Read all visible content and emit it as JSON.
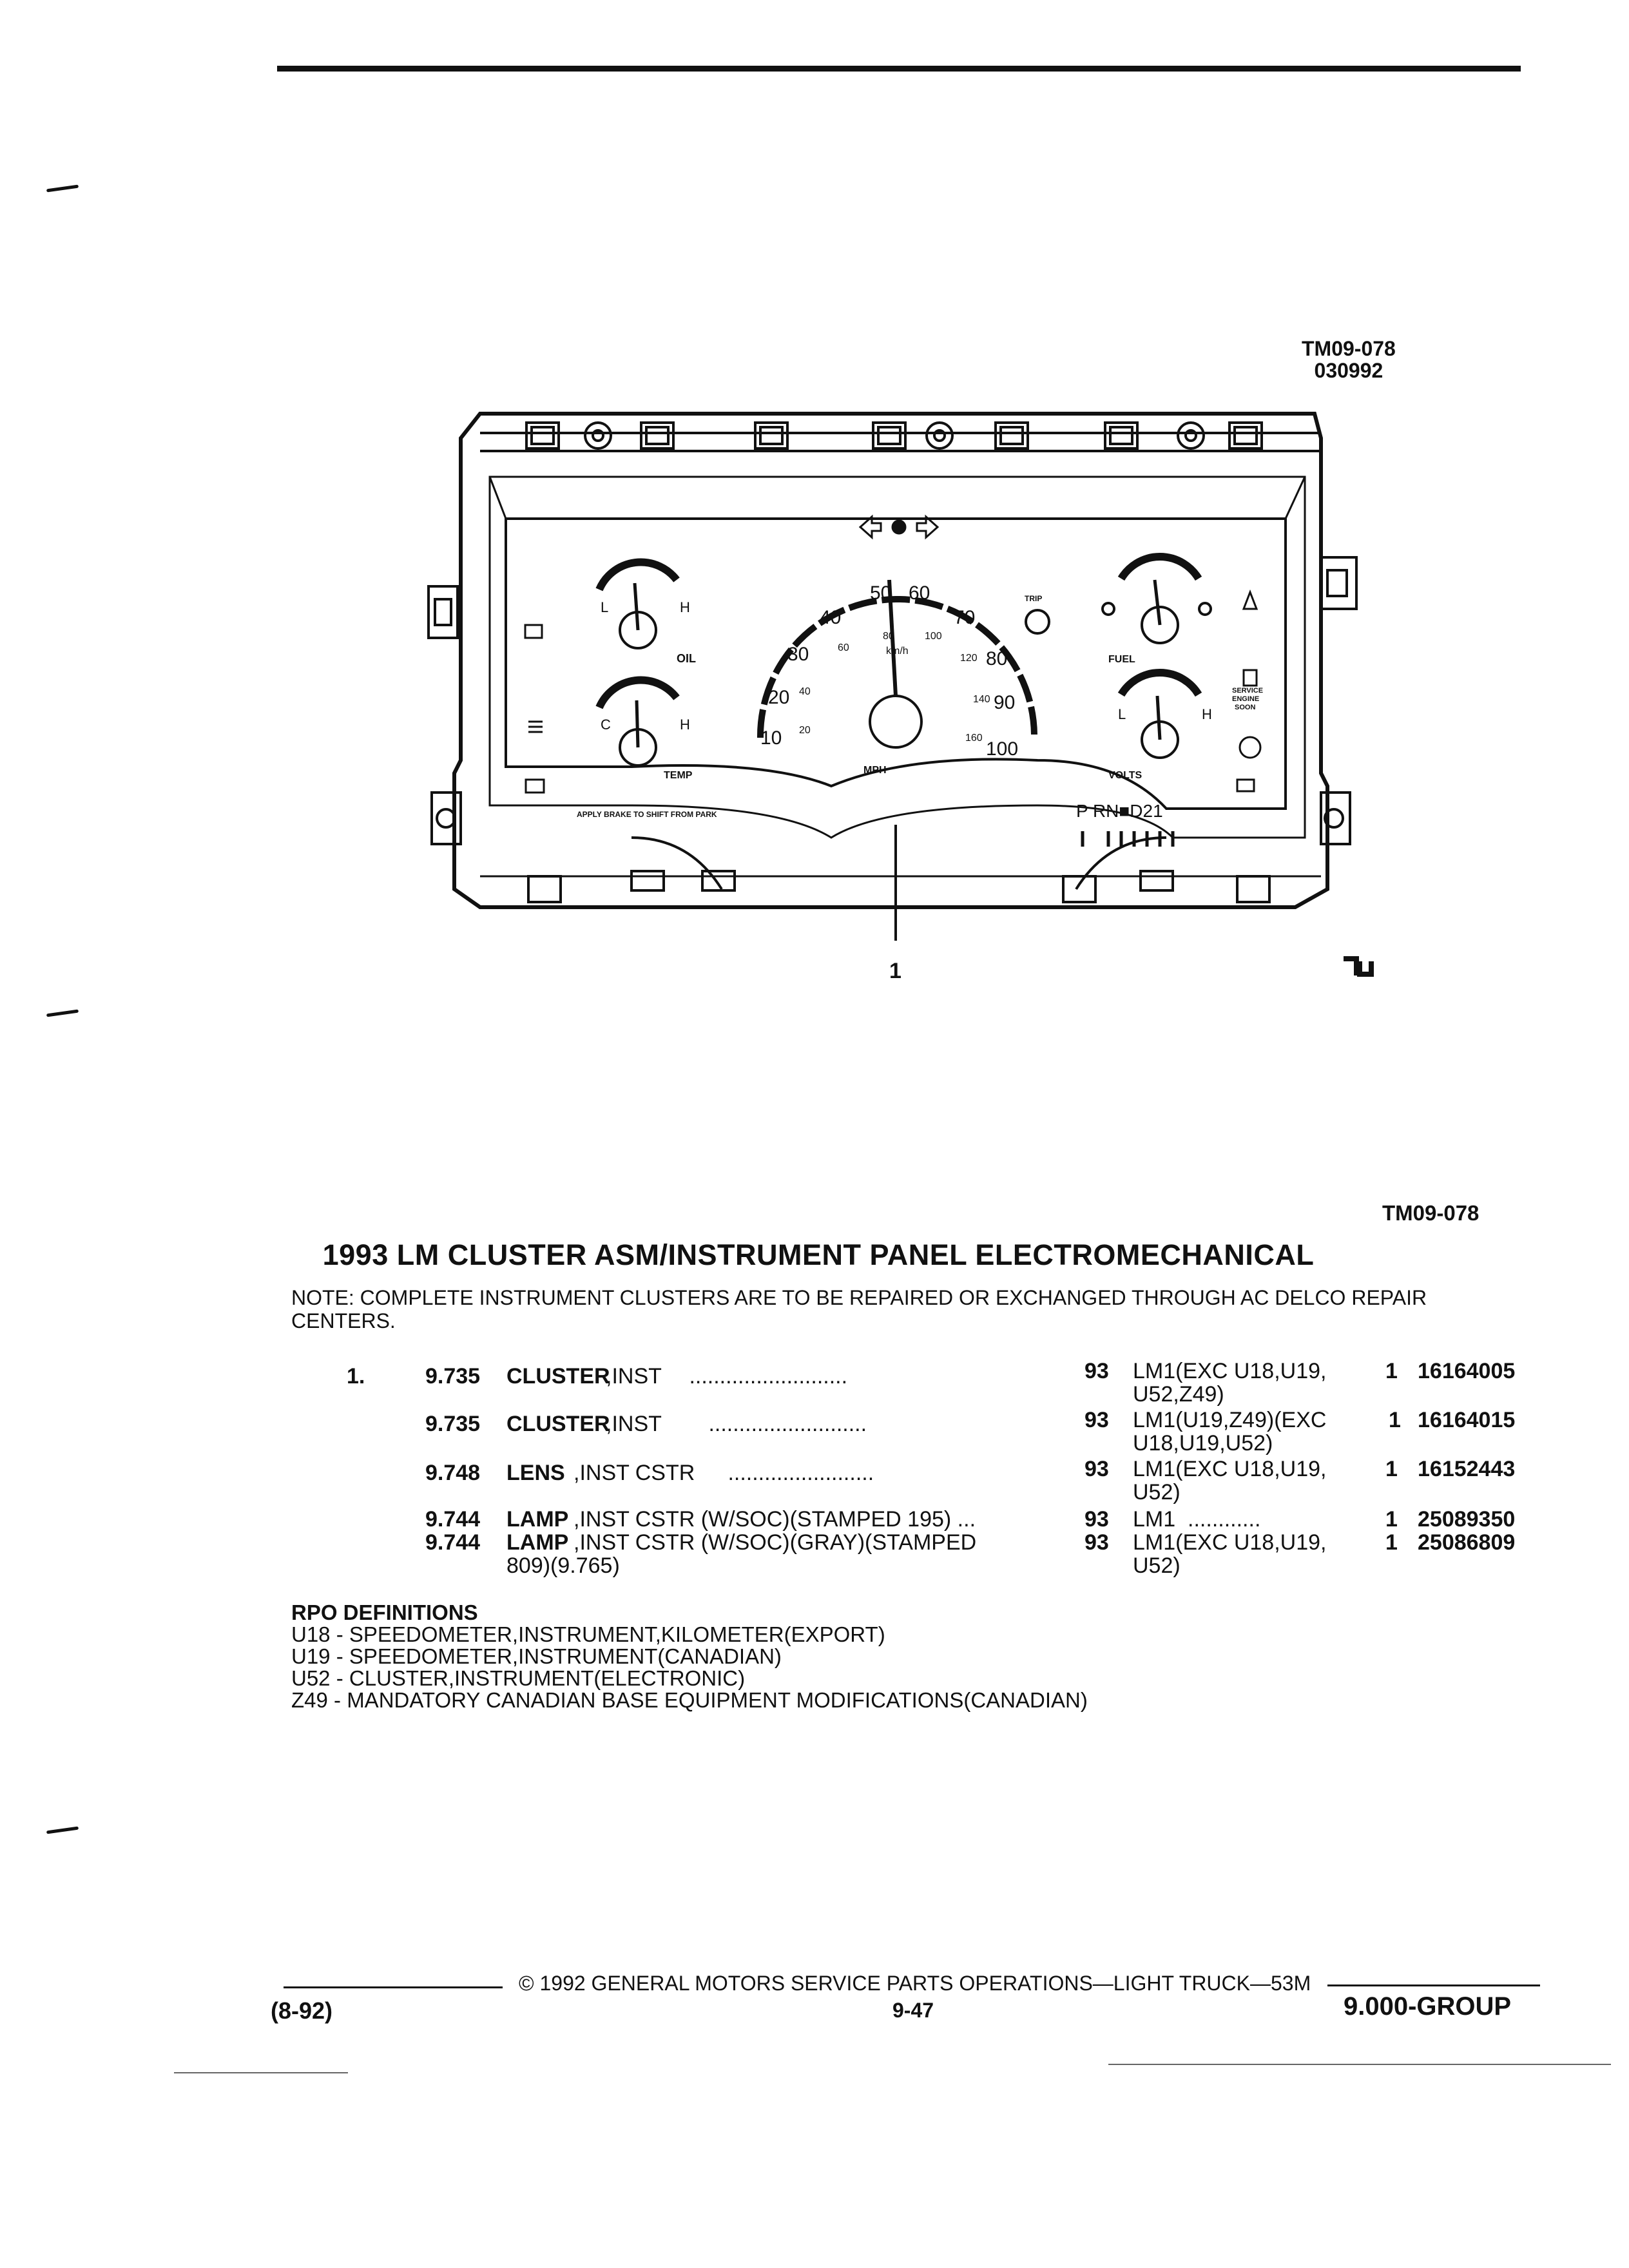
{
  "figure": {
    "id": "TM09-078",
    "date": "030992",
    "callout": "1",
    "label_bottom": "TM09-078",
    "gauge_labels": {
      "oil": "OIL",
      "temp": "TEMP",
      "fuel": "FUEL",
      "volts": "VOLTS",
      "mph": "MPH",
      "kmh": "km/h",
      "trip": "TRIP",
      "service": "SERVICE ENGINE SOON",
      "brake_note": "APPLY BRAKE TO SHIFT FROM PARK",
      "prndl": "P  RN■D21",
      "l": "L",
      "h": "H",
      "c": "C",
      "mph_ticks": [
        "10",
        "20",
        "30",
        "40",
        "50",
        "60",
        "70",
        "80",
        "90",
        "100"
      ],
      "kmh_ticks": [
        "20",
        "40",
        "60",
        "80",
        "100",
        "120",
        "140",
        "160"
      ]
    }
  },
  "title": "1993 LM CLUSTER ASM/INSTRUMENT PANEL ELECTROMECHANICAL",
  "note": "NOTE:  COMPLETE INSTRUMENT CLUSTERS ARE TO BE REPAIRED OR EXCHANGED THROUGH AC DELCO REPAIR CENTERS.",
  "parts": [
    {
      "item": "1.",
      "code": "9.735",
      "name": "CLUSTER",
      "desc": ",INST",
      "dots": " ..........................",
      "year": "93",
      "app": "LM1(EXC U18,U19,",
      "app2": "U52,Z49)",
      "qty": "1",
      "part": "16164005"
    },
    {
      "item": "",
      "code": "9.735",
      "name": "CLUSTER",
      "desc": ",INST",
      "dots": " ..........................",
      "year": "93",
      "app": "LM1(U19,Z49)(EXC",
      "app2": "U18,U19,U52)",
      "qty": "1",
      "part": "16164015"
    },
    {
      "item": "",
      "code": "9.748",
      "name": "LENS",
      "desc": ",INST CSTR",
      "dots": " ........................",
      "year": "93",
      "app": "LM1(EXC U18,U19,",
      "app2": "U52)",
      "qty": "1",
      "part": "16152443"
    },
    {
      "item": "",
      "code": "9.744",
      "name": "LAMP",
      "desc": ",INST CSTR (W/SOC)(STAMPED 195) ...",
      "dots": "",
      "year": "93",
      "app": "LM1  ............",
      "app2": "",
      "qty": "1",
      "part": "25089350"
    },
    {
      "item": "",
      "code": "9.744",
      "name": "LAMP",
      "desc": ",INST CSTR (W/SOC)(GRAY)(STAMPED",
      "desc2": "809)(9.765)",
      "dots": "",
      "year": "93",
      "app": "LM1(EXC U18,U19,",
      "app2": "U52)",
      "qty": "1",
      "part": "25086809"
    }
  ],
  "rpo": {
    "heading": "RPO DEFINITIONS",
    "items": [
      "U18 - SPEEDOMETER,INSTRUMENT,KILOMETER(EXPORT)",
      "U19 - SPEEDOMETER,INSTRUMENT(CANADIAN)",
      "U52 - CLUSTER,INSTRUMENT(ELECTRONIC)",
      "Z49 - MANDATORY CANADIAN BASE EQUIPMENT MODIFICATIONS(CANADIAN)"
    ]
  },
  "footer": {
    "copyright": "©  1992  GENERAL MOTORS SERVICE PARTS OPERATIONS—LIGHT TRUCK—53M",
    "date_code": "(8-92)",
    "page": "9-47",
    "group": "9.000-GROUP"
  }
}
